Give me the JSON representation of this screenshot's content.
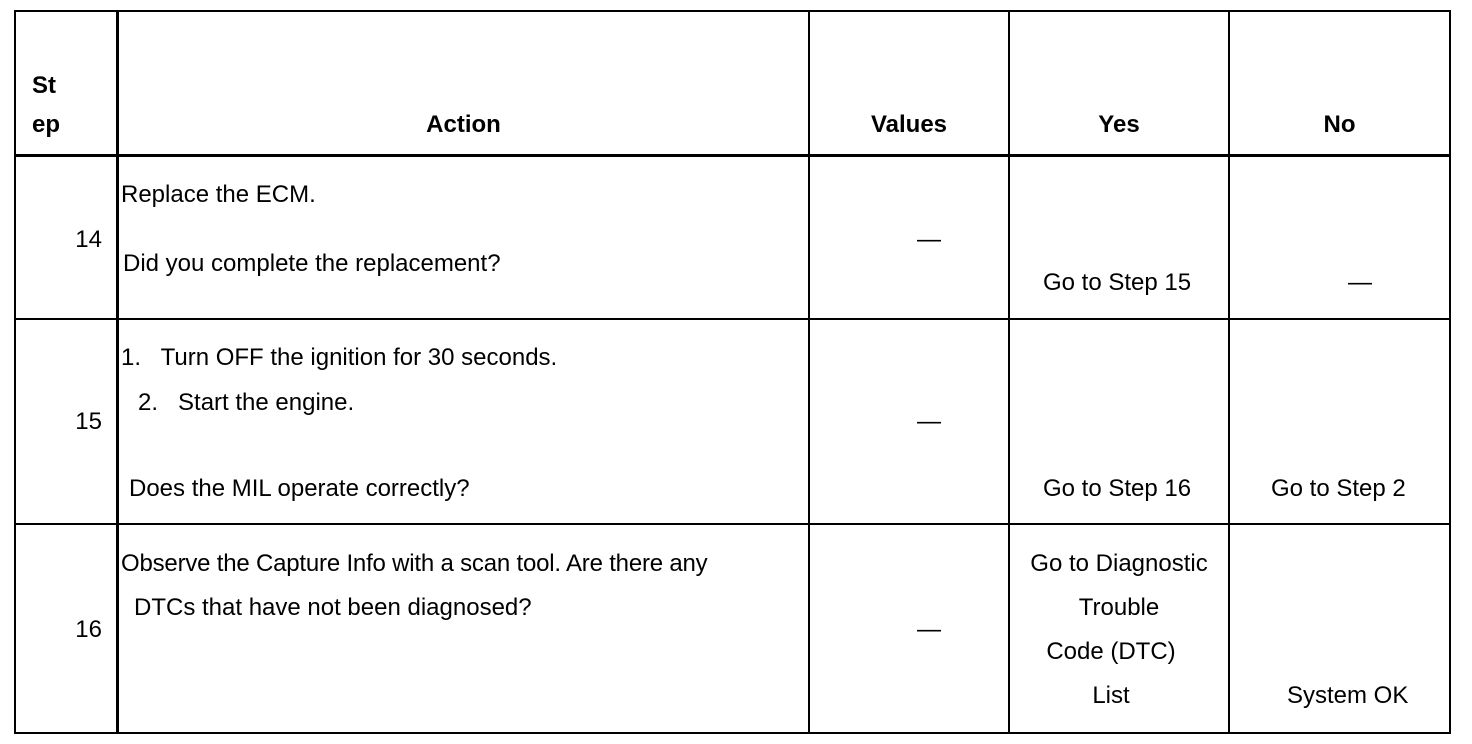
{
  "header": {
    "step_line1": "St",
    "step_line2": "ep",
    "action": "Action",
    "values": "Values",
    "yes": "Yes",
    "no": "No"
  },
  "rows": [
    {
      "step": "14",
      "action_lines": [
        "Replace the ECM.",
        "Did you complete the replacement?"
      ],
      "values": "—",
      "yes_lines": [
        "Go to Step 15"
      ],
      "no": "—"
    },
    {
      "step": "15",
      "action_lines": [
        "1.   Turn OFF the ignition for 30 seconds.",
        "2.   Start the engine.",
        "Does the MIL operate correctly?"
      ],
      "values": "—",
      "yes_lines": [
        "Go to Step 16"
      ],
      "no": "Go to Step 2"
    },
    {
      "step": "16",
      "action_lines": [
        "Observe the Capture Info with a scan tool. Are there any",
        "DTCs that have not been diagnosed?"
      ],
      "values": "—",
      "yes_lines": [
        "Go to Diagnostic",
        "Trouble",
        "Code (DTC)",
        "List"
      ],
      "no": "System OK"
    }
  ]
}
